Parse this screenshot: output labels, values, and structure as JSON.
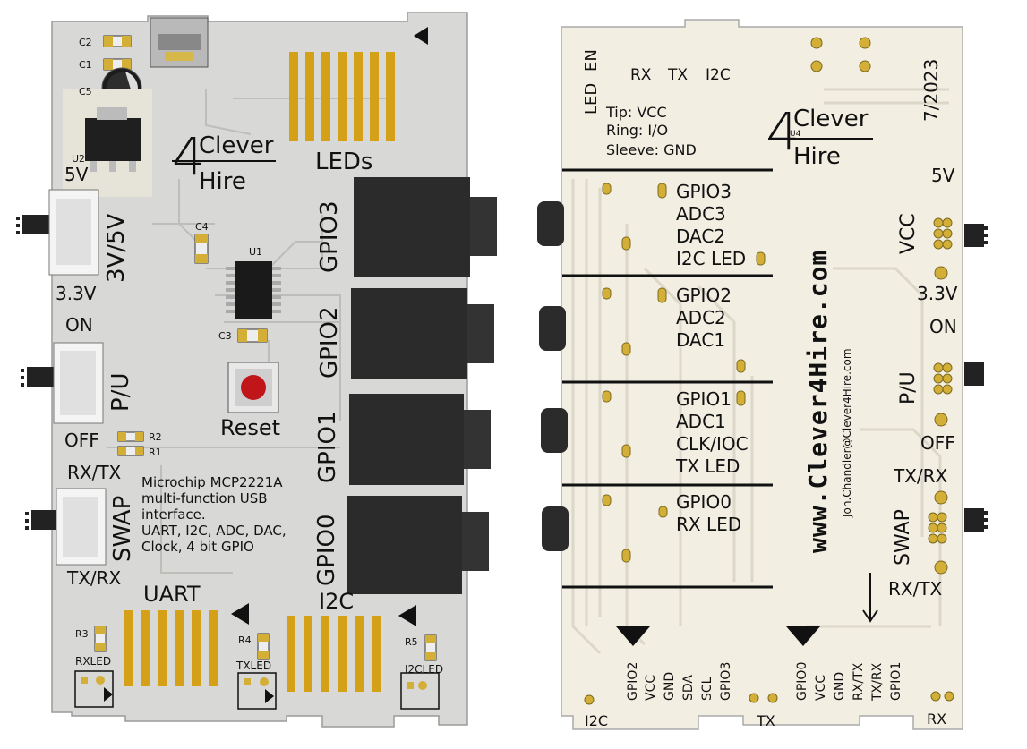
{
  "front": {
    "caps": {
      "c2": "C2",
      "c1": "C1",
      "c5": "C5",
      "u2": "U2",
      "c4": "C4",
      "u1": "U1",
      "c3": "C3",
      "r2": "R2",
      "r1": "R1",
      "r3": "R3",
      "r4": "R4",
      "r5": "R5"
    },
    "logo": {
      "num": "4",
      "line1": "Clever",
      "line2": "Hire"
    },
    "leds_label": "LEDs",
    "switch_volt": {
      "top": "5V",
      "mid": "3V/5V",
      "bottom": "3.3V"
    },
    "switch_power": {
      "top": "ON",
      "mid": "P/U",
      "bottom": "OFF"
    },
    "switch_swap": {
      "top": "RX/TX",
      "mid": "SWAP",
      "bottom": "TX/RX"
    },
    "reset": "Reset",
    "jacks": [
      "GPIO3",
      "GPIO2",
      "GPIO1",
      "GPIO0"
    ],
    "desc": [
      "Microchip MCP2221A",
      "multi-function USB",
      "interface.",
      "UART, I2C, ADC, DAC,",
      "Clock, 4 bit GPIO"
    ],
    "uart": "UART",
    "i2c": "I2C",
    "led_labels": {
      "rx": "RXLED",
      "tx": "TXLED",
      "i2c": "I2CLED"
    }
  },
  "back": {
    "top_left": {
      "led": "LED",
      "en": "EN"
    },
    "top_row": [
      "RX",
      "TX",
      "I2C"
    ],
    "tip": [
      "Tip: VCC",
      "Ring: I/O",
      "Sleeve: GND"
    ],
    "date": "7/2023",
    "logo": {
      "num": "4",
      "line1": "Clever",
      "line2": "Hire",
      "u": "U4"
    },
    "sections": [
      [
        "GPIO3",
        "ADC3",
        "DAC2",
        "I2C LED"
      ],
      [
        "GPIO2",
        "ADC2",
        "DAC1"
      ],
      [
        "GPIO1",
        "ADC1",
        "CLK/IOC",
        "TX LED"
      ],
      [
        "GPIO0",
        "RX LED"
      ]
    ],
    "url": "www.Clever4Hire.com",
    "email": "Jon.Chandler@Clever4Hire.com",
    "volt": {
      "top": "5V",
      "mid": "VCC",
      "bottom": "3.3V"
    },
    "power": {
      "top": "ON",
      "mid": "P/U",
      "bottom": "OFF"
    },
    "swap": {
      "top": "TX/RX",
      "mid": "SWAP",
      "bottom": "RX/TX"
    },
    "pins_left": [
      "GPIO2",
      "VCC",
      "GND",
      "SDA",
      "SCL",
      "GPIO3"
    ],
    "pins_right": [
      "GPIO0",
      "VCC",
      "GND",
      "RX/TX",
      "TX/RX",
      "GPIO1"
    ],
    "bottom": {
      "i2c": "I2C",
      "tx": "TX",
      "rx": "RX"
    }
  }
}
